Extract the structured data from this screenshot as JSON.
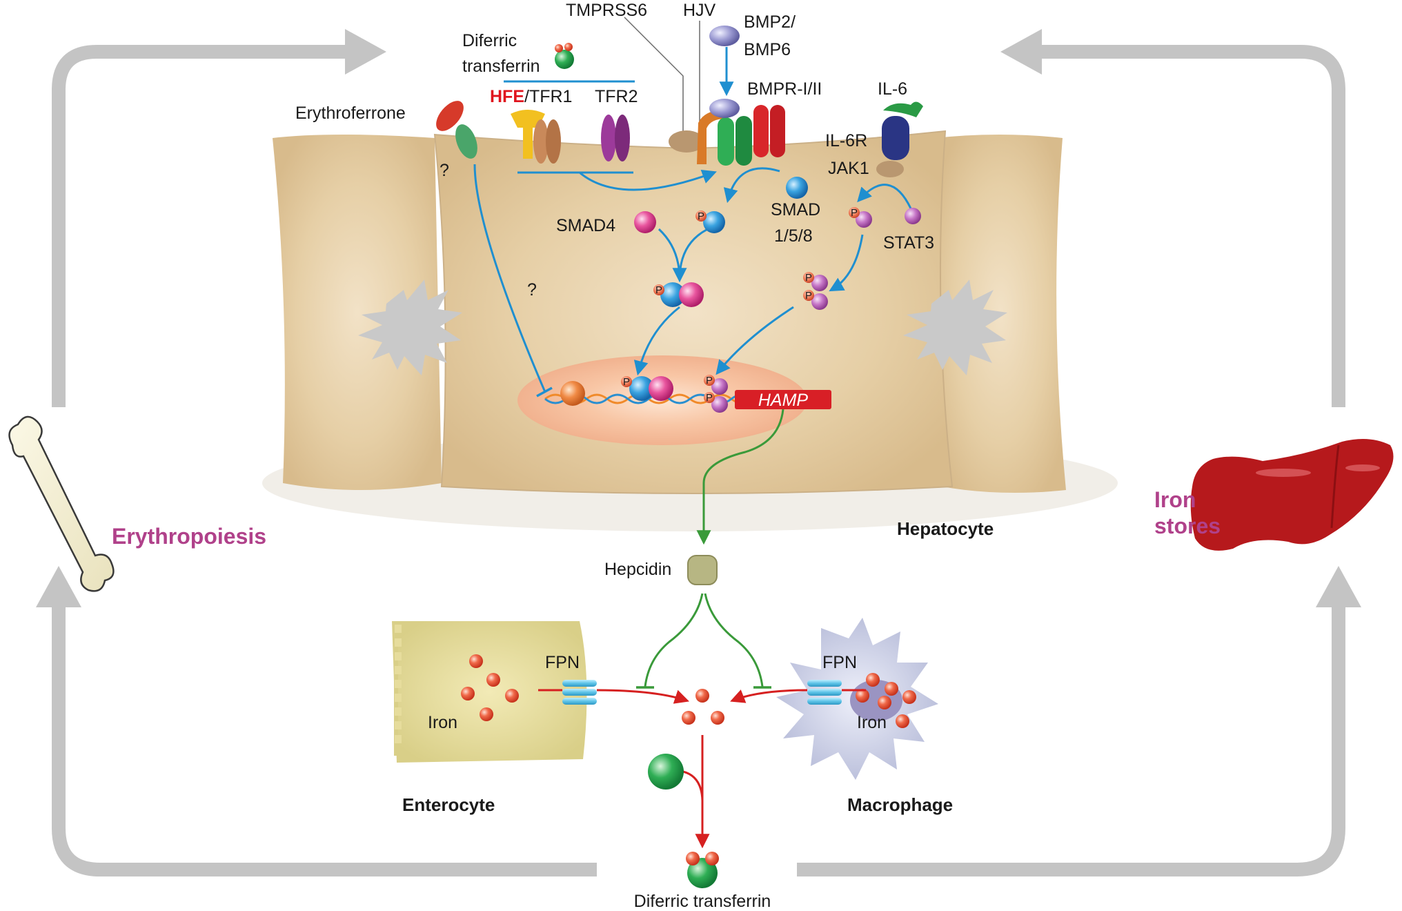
{
  "diagram": {
    "molecules": {
      "tmprss6": "TMPRSS6",
      "hjv": "HJV",
      "bmp_line1": "BMP2/",
      "bmp_line2": "BMP6",
      "diferric_line1": "Diferric",
      "diferric_line2": "transferrin",
      "hfe": "HFE",
      "tfr1": "/TFR1",
      "tfr2": "TFR2",
      "bmpr": "BMPR-I/II",
      "il6": "IL-6",
      "il6r": "IL-6R",
      "jak1": "JAK1",
      "erythroferrone": "Erythroferrone",
      "q1": "?",
      "q2": "?",
      "smad4": "SMAD4",
      "smad_line1": "SMAD",
      "smad_line2": "1/5/8",
      "stat3": "STAT3",
      "hamp": "HAMP",
      "phos": "P"
    },
    "cells": {
      "hepatocyte": "Hepatocyte",
      "enterocyte": "Enterocyte",
      "macrophage": "Macrophage"
    },
    "lower": {
      "hepcidin": "Hepcidin",
      "fpn_left": "FPN",
      "fpn_right": "FPN",
      "iron_left": "Iron",
      "iron_right": "Iron",
      "diferric_bottom": "Diferric transferrin"
    },
    "captions": {
      "erythropoiesis": "Erythropoiesis",
      "iron_stores_line1": "Iron",
      "iron_stores_line2": "stores"
    }
  },
  "colors": {
    "hepcidin_signal": "#3a9a3a",
    "iron_flow": "#d62020",
    "signaling": "#1f8fd0",
    "caption": "#b0418a",
    "hfe": "#e0141e",
    "cycle_arrow": "#c4c4c4"
  }
}
